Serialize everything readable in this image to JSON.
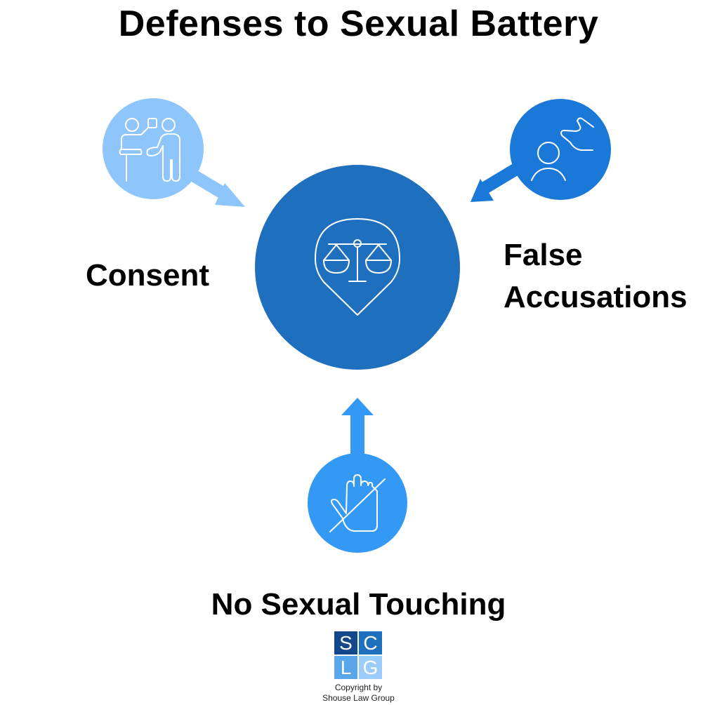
{
  "title": "Defenses to Sexual Battery",
  "center": {
    "icon": "scales-of-justice-pin-icon",
    "color": "#1f6fbf"
  },
  "defenses": [
    {
      "label": "Consent",
      "icon": "people-conversation-icon",
      "color": "#8ec5fb"
    },
    {
      "label_line1": "False",
      "label_line2": "Accusations",
      "icon": "person-false-story-icon",
      "color": "#1a78d8"
    },
    {
      "label": "No Sexual Touching",
      "icon": "no-touch-hand-icon",
      "color": "#3399f5"
    }
  ],
  "logo": {
    "letters": [
      "S",
      "C",
      "L",
      "G"
    ],
    "colors": [
      "#14478a",
      "#1f6fbf",
      "#5aa6ea",
      "#9ccdfa"
    ]
  },
  "copyright": {
    "line1": "Copyright by",
    "line2": "Shouse Law Group"
  }
}
